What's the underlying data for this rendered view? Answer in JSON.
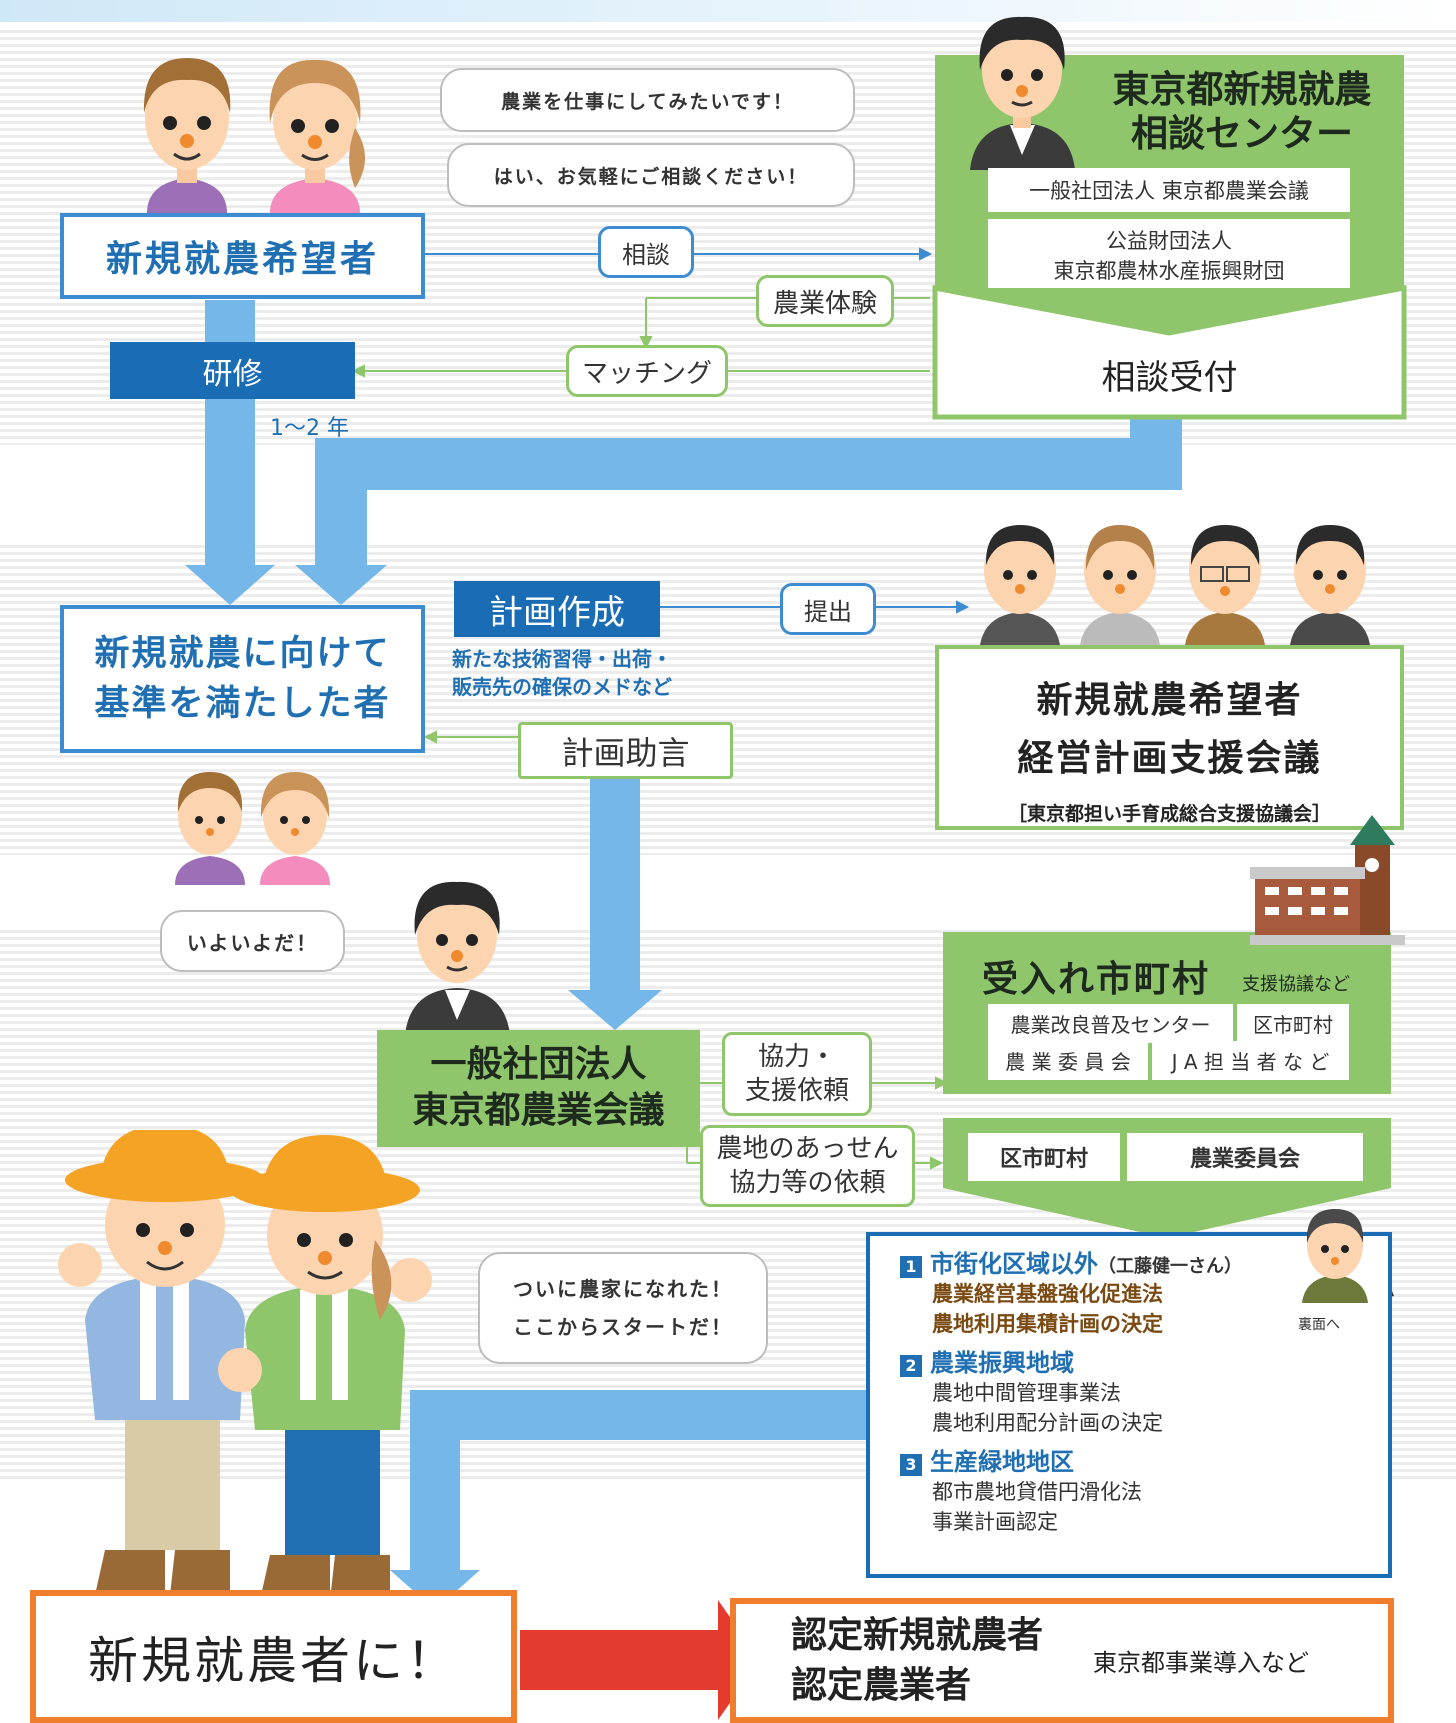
{
  "colors": {
    "blue": "#3d8bd0",
    "light_blue": "#74b7e8",
    "green": "#8fc66b",
    "orange": "#ef7f2f",
    "red": "#e53a2e",
    "brown": "#7a4a12"
  },
  "speech": {
    "want": "農業を仕事にしてみたいです！",
    "reply": "はい、お気軽にご相談ください！",
    "ready": "いよいよだ！",
    "final_1": "ついに農家になれた！",
    "final_2": "ここからスタートだ！"
  },
  "hopeful": "新規就農希望者",
  "center": {
    "title_1": "東京都新規就農",
    "title_2": "相談センター",
    "org1": "一般社団法人 東京都農業会議",
    "org2_1": "公益財団法人",
    "org2_2": "東京都農林水産振興財団",
    "reception": "相談受付"
  },
  "flow": {
    "consult": "相談",
    "experience": "農業体験",
    "matching": "マッチング",
    "training": "研修",
    "training_period": "1〜2 年",
    "plan": "計画作成",
    "plan_note_1": "新たな技術習得・出荷・",
    "plan_note_2": "販売先の確保のメドなど",
    "submit": "提出",
    "advice": "計画助言"
  },
  "qualified": {
    "line1": "新規就農に向けて",
    "line2": "基準を満たした者"
  },
  "meeting": {
    "line1": "新規就農希望者",
    "line2": "経営計画支援会議",
    "sub": "［東京都担い手育成総合支援協議会］"
  },
  "council": {
    "line1": "一般社団法人",
    "line2": "東京都農業会議"
  },
  "request": {
    "coop_1": "協力・",
    "coop_2": "支援依頼",
    "land_1": "農地のあっせん",
    "land_2": "協力等の依頼"
  },
  "municipality": {
    "title": "受入れ市町村",
    "note": "支援協議など",
    "cells": [
      "農業改良普及センター",
      "区市町村",
      "農 業 委 員 会",
      "J A 担 当 者 な ど"
    ]
  },
  "land_boxes": [
    "区市町村",
    "農業委員会"
  ],
  "zones": [
    {
      "num": "1",
      "title": "市街化区域以外",
      "person": "（工藤健一さん）",
      "lines": [
        "農業経営基盤強化促進法",
        "農地利用集積計画の決定"
      ]
    },
    {
      "num": "2",
      "title": "農業振興地域",
      "lines": [
        "農地中間管理事業法",
        "農地利用配分計画の決定"
      ]
    },
    {
      "num": "3",
      "title": "生産緑地地区",
      "lines": [
        "都市農地貸借円滑化法",
        "事業計画認定"
      ]
    }
  ],
  "back_note": "裏面へ",
  "result": "新規就農者に！",
  "certified": {
    "line1": "認定新規就農者",
    "line2": "認定農業者",
    "note": "東京都事業導入など"
  }
}
